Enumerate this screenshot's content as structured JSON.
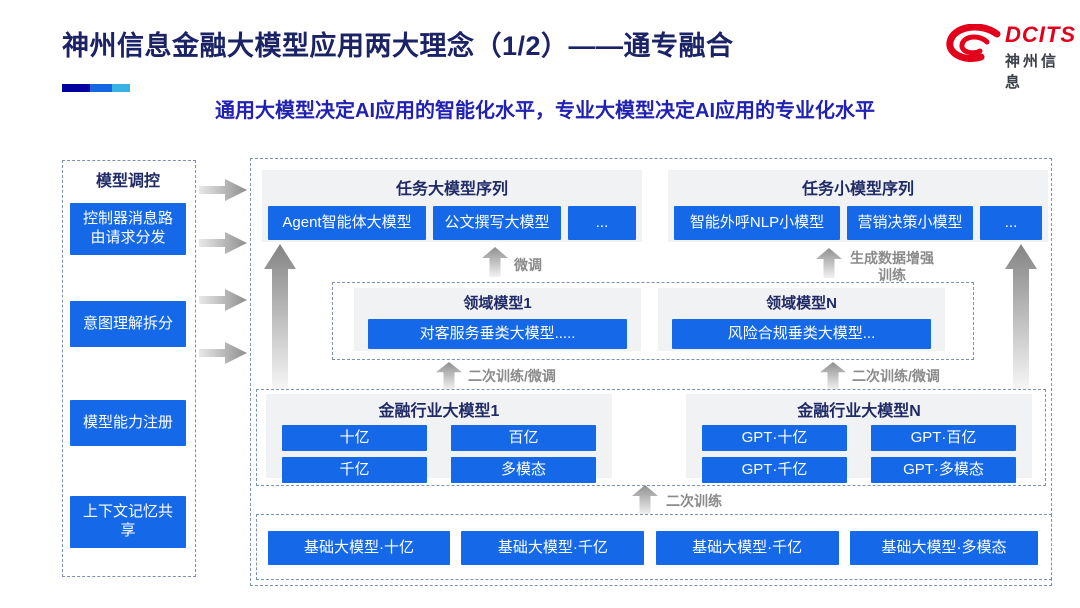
{
  "header": {
    "title": "神州信息金融大模型应用两大理念（1/2）——通专融合",
    "subtitle": "通用大模型决定AI应用的智能化水平，专业大模型决定AI应用的专业化水平",
    "logo": {
      "brand": "DCITS",
      "brand_cn": "神州信息",
      "icon": "dcits-swirl-icon"
    }
  },
  "colors": {
    "accent_blue": "#1568E8",
    "navy_text": "#1F2A66",
    "subtitle_blue": "#2121B2",
    "panel_gray": "#F1F2F4",
    "arrow_gray": "#8A8A8A",
    "logo_red": "#E3001B",
    "dashed_border": "#7f90b5",
    "accent_bar": [
      "#0101A0",
      "#1566E0",
      "#38B2E2"
    ]
  },
  "sidebar": {
    "title": "模型调控",
    "items": [
      "控制器消息路由请求分发",
      "意图理解拆分",
      "模型能力注册",
      "上下文记忆共享"
    ]
  },
  "diagram": {
    "task_large": {
      "title": "任务大模型序列",
      "items": [
        "Agent智能体大模型",
        "公文撰写大模型",
        "..."
      ]
    },
    "task_small": {
      "title": "任务小模型序列",
      "items": [
        "智能外呼NLP小模型",
        "营销决策小模型",
        "..."
      ]
    },
    "domain": {
      "groups": [
        {
          "title": "领域模型1",
          "item": "对客服务垂类大模型....."
        },
        {
          "title": "领域模型N",
          "item": "风险合规垂类大模型..."
        }
      ]
    },
    "industry": {
      "groups": [
        {
          "title": "金融行业大模型1",
          "items": [
            "十亿",
            "百亿",
            "千亿",
            "多模态"
          ]
        },
        {
          "title": "金融行业大模型N",
          "items": [
            "GPT·十亿",
            "GPT·百亿",
            "GPT·千亿",
            "GPT·多模态"
          ]
        }
      ]
    },
    "base": {
      "items": [
        "基础大模型·十亿",
        "基础大模型·千亿",
        "基础大模型·千亿",
        "基础大模型·多模态"
      ]
    },
    "labels": {
      "fine_tune": "微调",
      "gen_augment_line1": "生成数据增强",
      "gen_augment_line2": "训练",
      "retrain_finetune": "二次训练/微调",
      "retrain": "二次训练"
    }
  }
}
